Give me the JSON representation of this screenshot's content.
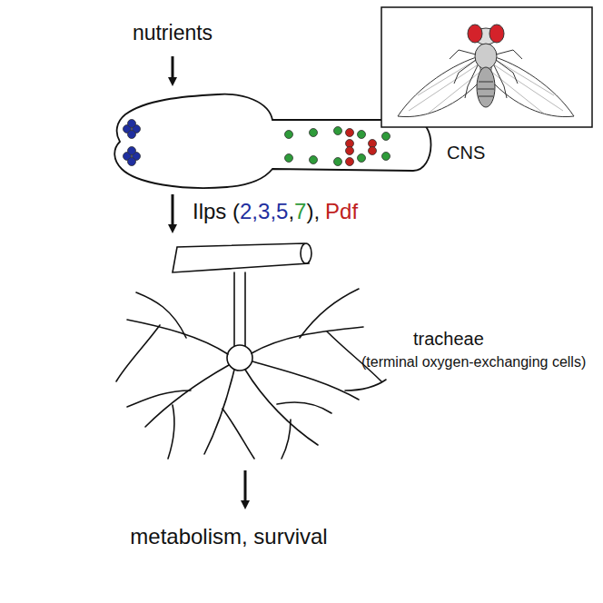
{
  "diagram": {
    "labels": [
      "nutrients",
      "CNS",
      "Ilps (",
      "2,3,5",
      ",",
      "7",
      "),",
      "Pdf",
      "tracheae",
      "(terminal oxygen-exchanging cells)",
      "metabolism, survival"
    ]
  }
}
